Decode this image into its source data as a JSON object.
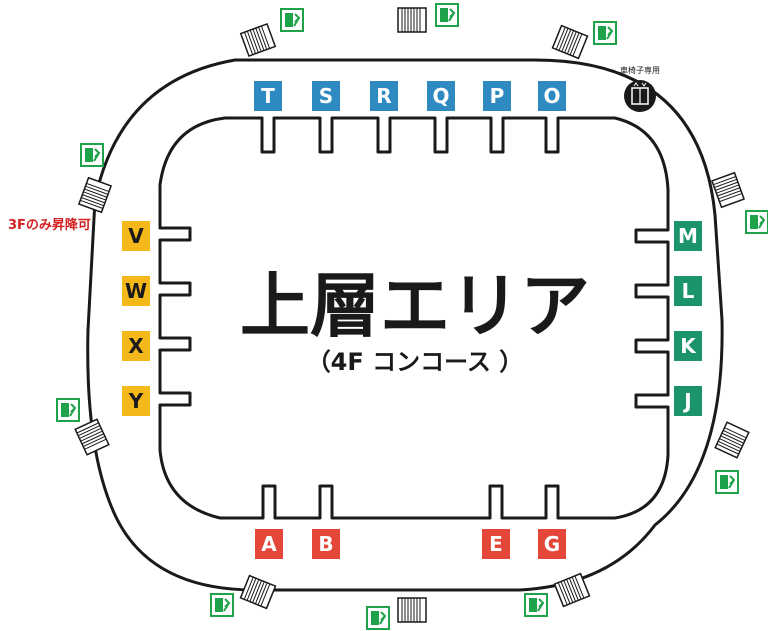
{
  "title": "上層エリア",
  "subtitle": "（4F コンコース ）",
  "note_3f": "3Fのみ昇降可",
  "wheelchair_label": "車椅子専用",
  "colors": {
    "blue": "#2f8ac2",
    "green": "#1c9469",
    "yellow": "#f5b81a",
    "red": "#e4473a",
    "line": "#1a1a1a",
    "note": "#d42020",
    "exit_green": "#1fa34a"
  },
  "gates": {
    "top": [
      "T",
      "S",
      "R",
      "Q",
      "P",
      "O"
    ],
    "right": [
      "M",
      "L",
      "K",
      "J"
    ],
    "left": [
      "V",
      "W",
      "X",
      "Y"
    ],
    "bottom": [
      "A",
      "B",
      "E",
      "G"
    ]
  },
  "icons": {
    "exit": "emergency-exit-icon",
    "stairs": "stairs-icon",
    "elevator": "wheelchair-elevator-icon"
  }
}
